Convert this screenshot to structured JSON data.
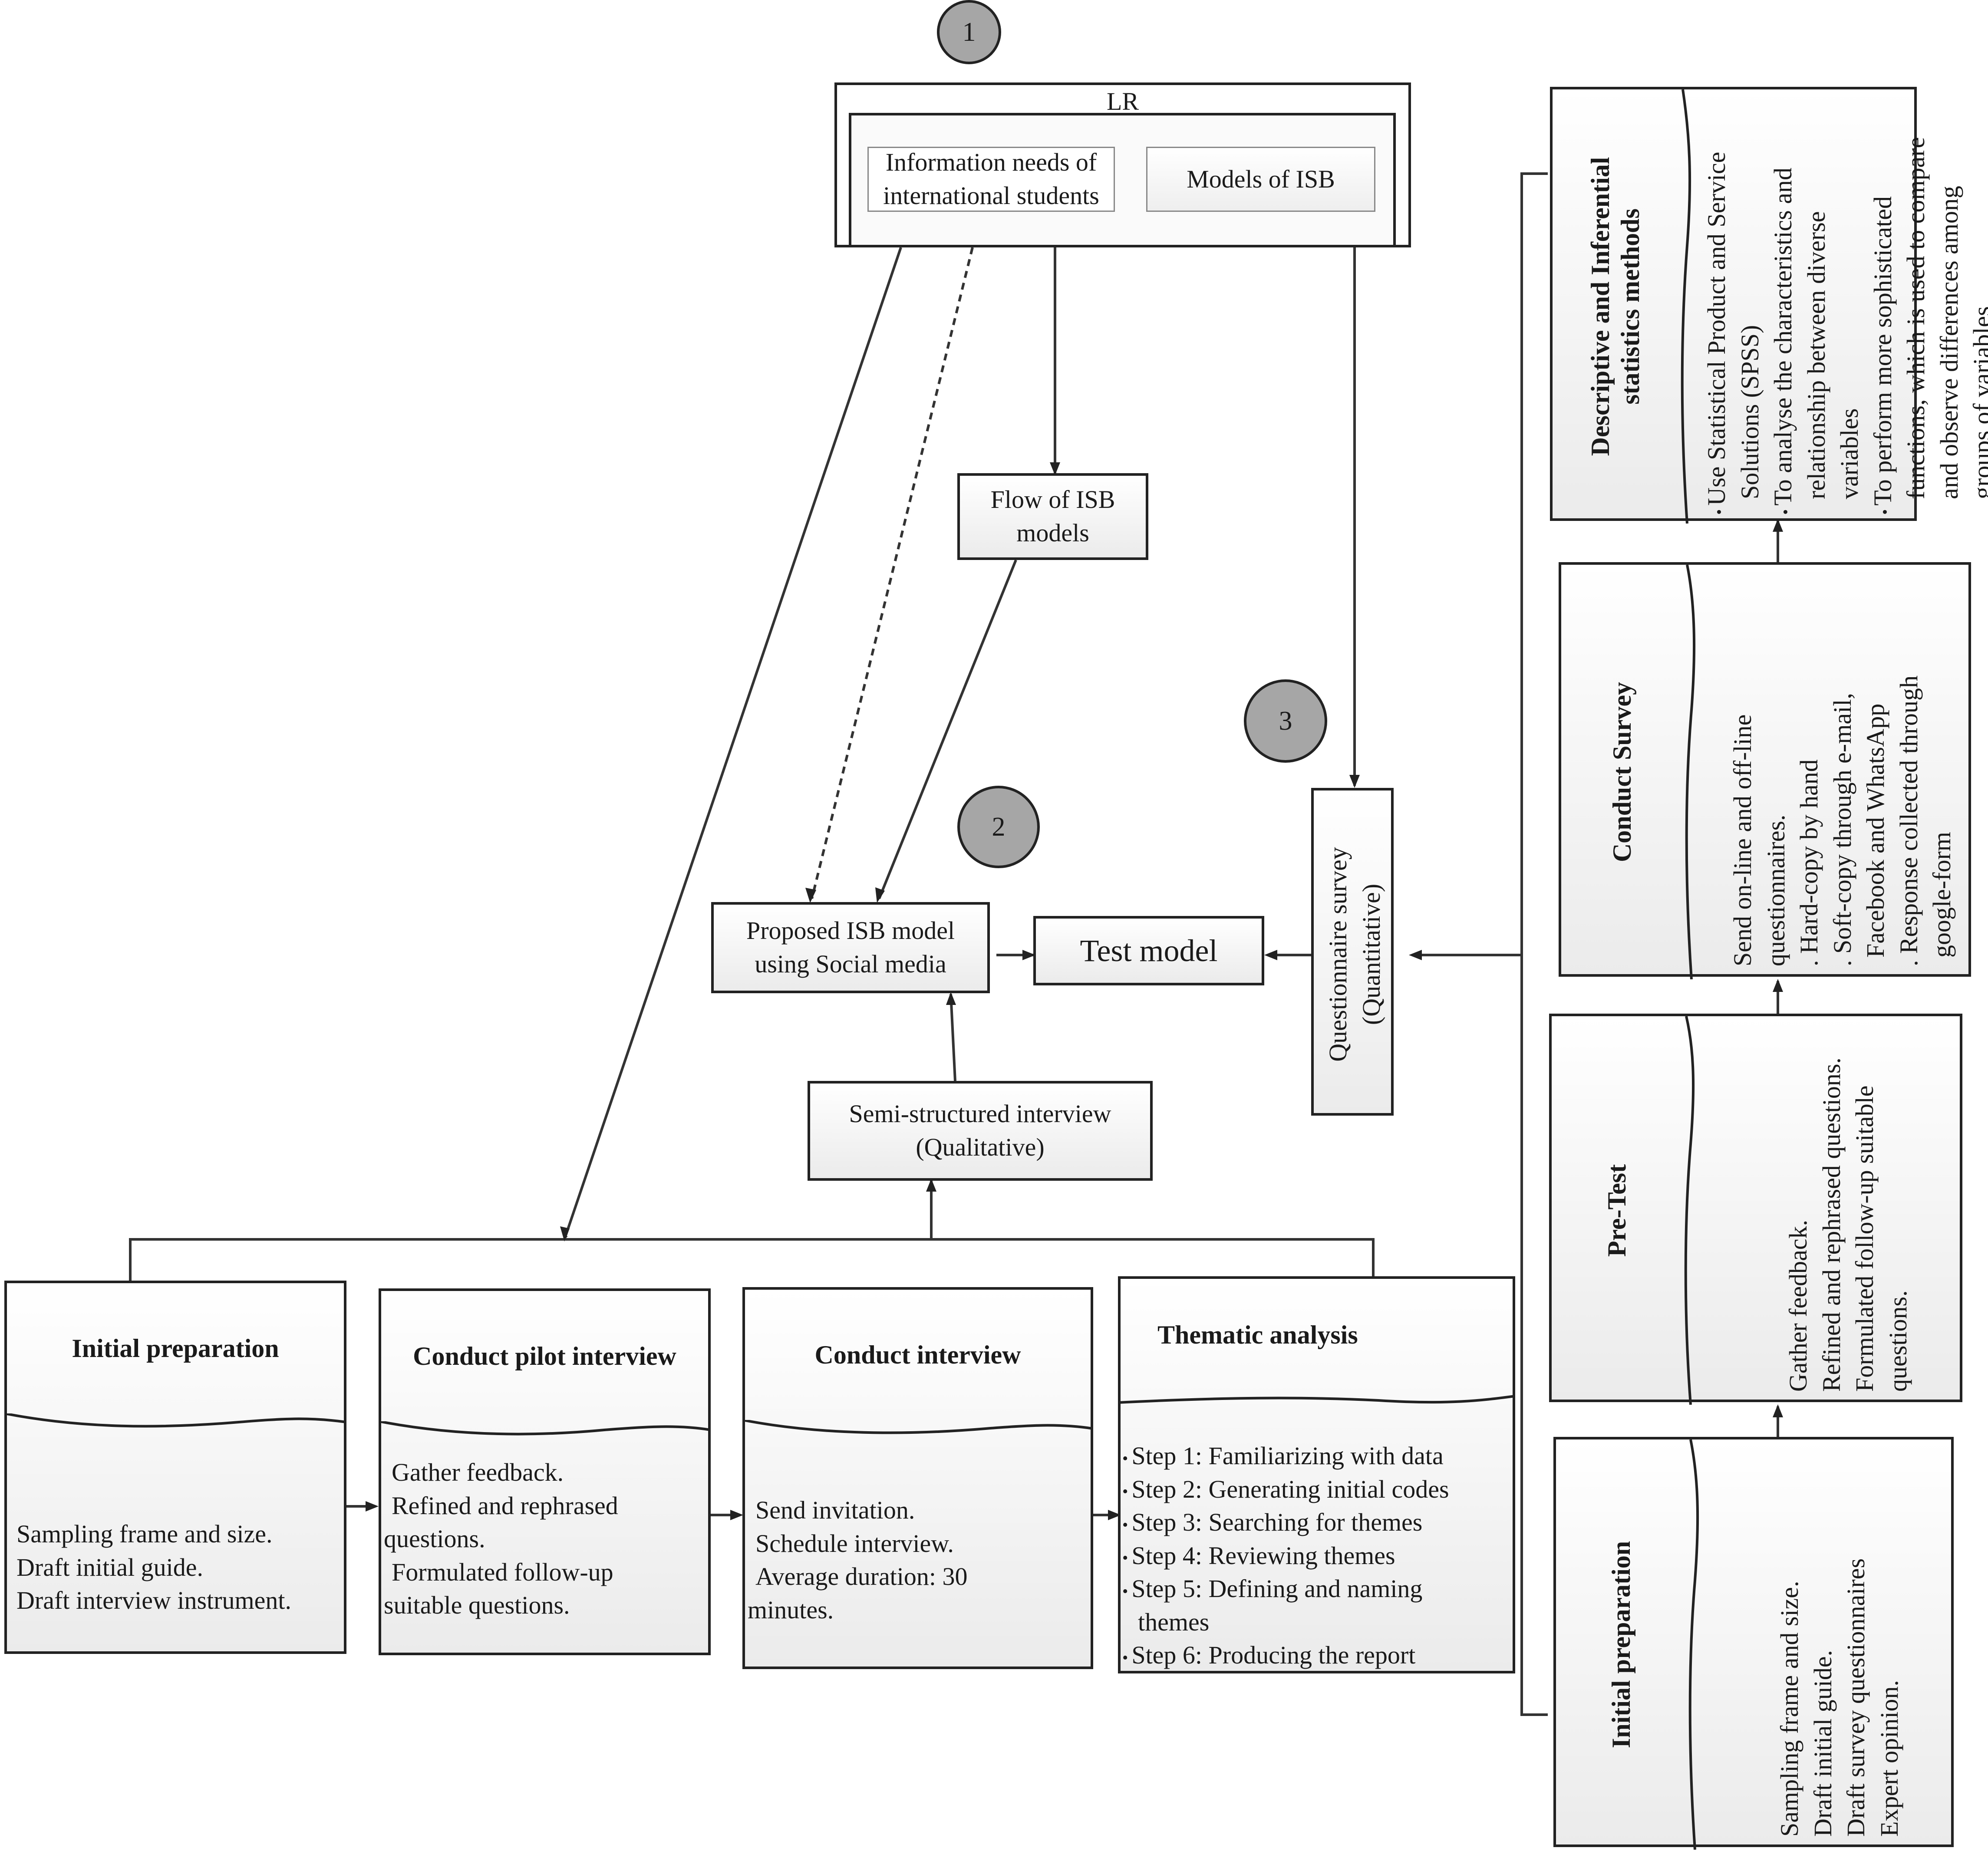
{
  "circles": {
    "c1": "1",
    "c2": "2",
    "c3": "3"
  },
  "lr": {
    "label": "LR",
    "info_needs": "Information needs of international students",
    "models": "Models of ISB"
  },
  "flow_isb": "Flow of ISB models",
  "proposed": "Proposed ISB model using Social media",
  "test_model": "Test model",
  "semi": "Semi-structured interview (Qualitative)",
  "questionnaire": "Questionnaire survey (Quantitative)",
  "qualitative": {
    "initial_prep": {
      "title": "Initial preparation",
      "lines": [
        "Sampling frame and size.",
        "Draft initial guide.",
        "Draft interview instrument."
      ]
    },
    "pilot": {
      "title": "Conduct pilot interview",
      "lines": [
        "Gather feedback.",
        "Refined and rephrased",
        "questions.",
        "Formulated follow-up",
        "suitable questions."
      ]
    },
    "interview": {
      "title": "Conduct interview",
      "lines": [
        "Send invitation.",
        "Schedule interview.",
        "Average duration: 30",
        "minutes."
      ]
    },
    "thematic": {
      "title": "Thematic analysis",
      "lines": [
        "Step 1: Familiarizing with data",
        "Step 2: Generating initial codes",
        "Step 3: Searching for themes",
        "Step 4: Reviewing themes",
        "Step 5: Defining and naming",
        "themes",
        "Step 6: Producing the report"
      ]
    }
  },
  "quantitative": {
    "descriptive": {
      "title": "Descriptive and Inferential statistics methods",
      "lines": [
        "Use Statistical Product and Service",
        "Solutions (SPSS)",
        "To analyse the characteristics and",
        "relationship between diverse",
        "variables",
        "To perform more sophisticated",
        "functions, which is used to compare",
        "and observe differences among",
        "groups of variables"
      ]
    },
    "survey": {
      "title": "Conduct Survey",
      "lines": [
        "Send on-line and off-line",
        "questionnaires.",
        ". Hard-copy by hand",
        ". Soft-copy through e-mail,",
        "Facebook and WhatsApp",
        ". Response collected through",
        "google-form"
      ]
    },
    "pretest": {
      "title": "Pre-Test",
      "lines": [
        "Gather feedback.",
        "Refined and rephrased questions.",
        "Formulated follow-up suitable",
        "questions."
      ]
    },
    "initial_prep": {
      "title": "Initial preparation",
      "lines": [
        "Sampling frame and size.",
        "Draft initial guide.",
        "Draft survey questionnaires",
        "Expert opinion."
      ]
    }
  }
}
